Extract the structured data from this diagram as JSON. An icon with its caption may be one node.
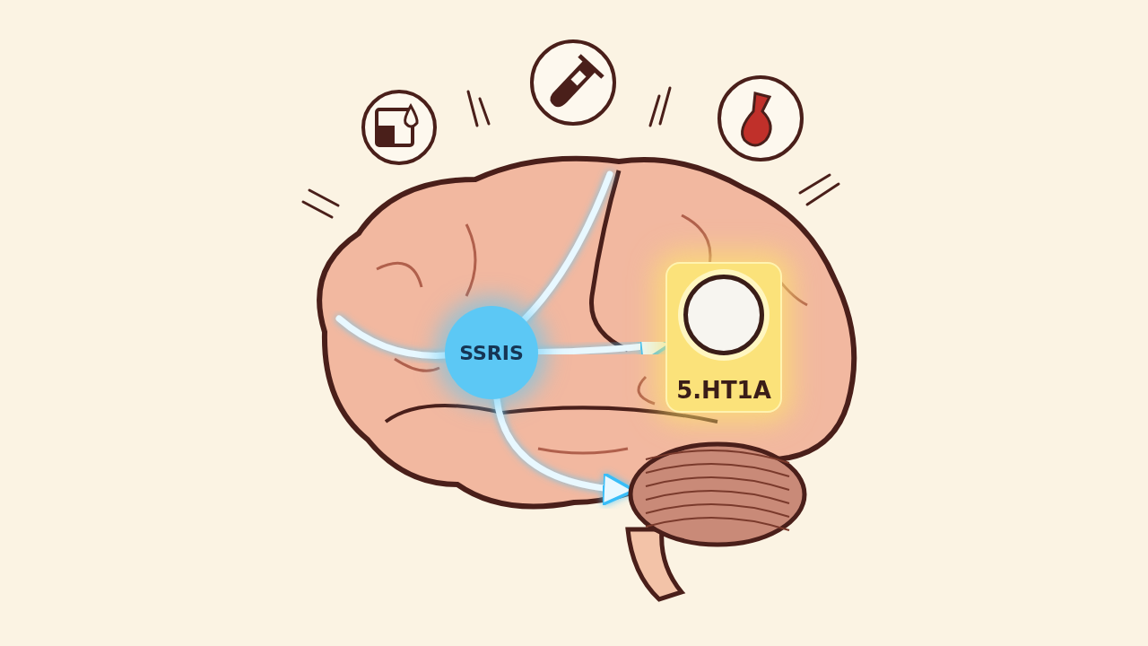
{
  "diagram": {
    "nodes": [
      {
        "text": [
          "SSRIS"
        ]
      },
      {
        "text": [
          "5.HT1A"
        ]
      },
      {
        "text": [],
        "shape": "picture"
      }
    ],
    "edges": [
      {
        "from": null,
        "to": 0,
        "arrow": "none"
      },
      {
        "from": null,
        "to": 0,
        "arrow": "none"
      },
      {
        "from": 0,
        "to": 1,
        "arrow": "to"
      },
      {
        "from": 0,
        "to": 2,
        "arrow": "to"
      }
    ]
  }
}
